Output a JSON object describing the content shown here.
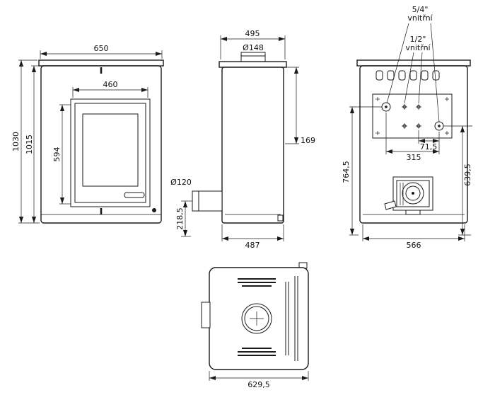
{
  "colors": {
    "line": "#1a1a1a",
    "background": "#ffffff"
  },
  "views": {
    "front": {
      "dims": {
        "width": "650",
        "total_height": "1030",
        "body_height": "1015",
        "door_width": "460",
        "glass_height": "594"
      }
    },
    "side": {
      "dims": {
        "depth": "495",
        "flue_diameter": "Ø148",
        "flue_offset": "169",
        "outlet_diameter": "Ø120",
        "outlet_axis_height": "218,5",
        "base_depth": "487"
      }
    },
    "back": {
      "labels": {
        "large_fitting_size": "5/4\"",
        "large_fitting_note": "vnitřní",
        "small_fitting_size": "1/2\"",
        "small_fitting_note": "vnitřní"
      },
      "dims": {
        "fitting_offset": "71,5",
        "fitting_span": "315",
        "left_fitting_height": "764,5",
        "right_fitting_height": "639,5",
        "base_width": "566"
      }
    },
    "top": {
      "dims": {
        "overall_depth": "629,5"
      }
    }
  }
}
